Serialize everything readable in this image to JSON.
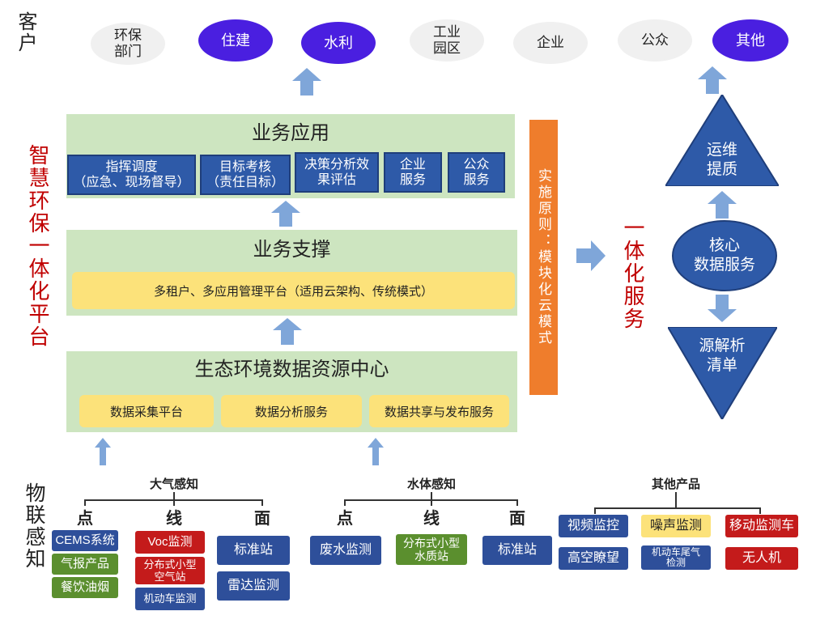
{
  "labels": {
    "customer": "客户",
    "platform": "智慧环保一体化平台",
    "iot": "物联感知",
    "integrated_service": "一体化服务",
    "principle": "实施原则：模块化云模式"
  },
  "customers": [
    {
      "label": "环保\n部门",
      "style": "grey"
    },
    {
      "label": "住建",
      "style": "purple"
    },
    {
      "label": "水利",
      "style": "purple"
    },
    {
      "label": "工业\n园区",
      "style": "grey"
    },
    {
      "label": "企业",
      "style": "grey"
    },
    {
      "label": "公众",
      "style": "grey"
    },
    {
      "label": "其他",
      "style": "purple"
    }
  ],
  "layers": {
    "application": {
      "title": "业务应用",
      "items": [
        "指挥调度\n（应急、现场督导）",
        "目标考核\n（责任目标）",
        "决策分析效\n果评估",
        "企业\n服务",
        "公众\n服务"
      ]
    },
    "support": {
      "title": "业务支撑",
      "items": [
        "多租户、多应用管理平台（适用云架构、传统模式）"
      ]
    },
    "data_center": {
      "title": "生态环境数据资源中心",
      "items": [
        "数据采集平台",
        "数据分析服务",
        "数据共享与发布服务"
      ]
    }
  },
  "services": {
    "ops": "运维\n提质",
    "core": "核心\n数据服务",
    "source": "源解析\n清单"
  },
  "iot": {
    "air": {
      "title": "大气感知",
      "point": "点",
      "line": "线",
      "surface": "面",
      "point_items": [
        "CEMS系统",
        "气报产品",
        "餐饮油烟"
      ],
      "line_items": [
        "Voc监测",
        "分布式小型\n空气站",
        "机动车监测"
      ],
      "surface_items": [
        "标准站",
        "雷达监测"
      ]
    },
    "water": {
      "title": "水体感知",
      "point": "点",
      "line": "线",
      "surface": "面",
      "point_items": [
        "废水监测"
      ],
      "line_items": [
        "分布式小型\n水质站"
      ],
      "surface_items": [
        "标准站"
      ]
    },
    "other": {
      "title": "其他产品",
      "items": [
        "视频监控",
        "噪声监测",
        "移动监测车",
        "高空瞭望",
        "机动车尾气\n检测",
        "无人机"
      ]
    }
  },
  "colors": {
    "green_layer": "#cde5c0",
    "blue_box": "#2e5aa8",
    "yellow_box": "#fce27a",
    "orange": "#ef7d2c",
    "purple": "#4a1fe0",
    "red_text": "#c00000",
    "arrow": "#7fa6d9"
  }
}
